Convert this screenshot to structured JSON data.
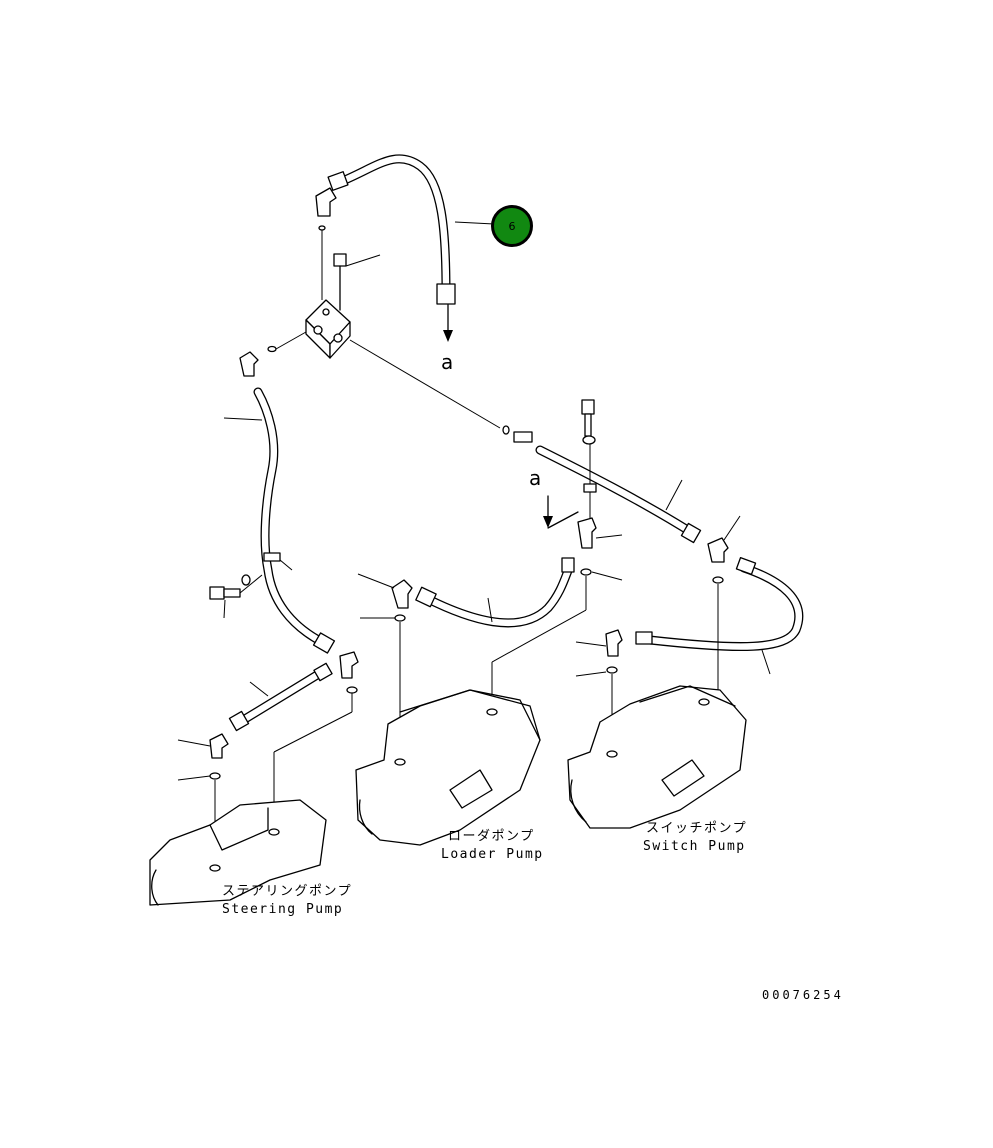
{
  "callout": {
    "number": "6",
    "fill_color": "#118811"
  },
  "view_markers": {
    "upper": "a",
    "lower": "a"
  },
  "pumps": {
    "steering": {
      "jp": "ステアリングポンプ",
      "en": "Steering Pump"
    },
    "loader": {
      "jp": "ローダポンプ",
      "en": "Loader Pump"
    },
    "switch": {
      "jp": "スイッチポンプ",
      "en": "Switch Pump"
    }
  },
  "drawing_number": "00076254"
}
